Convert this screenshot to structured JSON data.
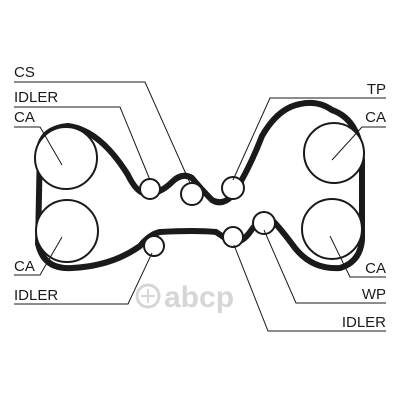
{
  "labels": {
    "cs": "CS",
    "idler_top_left": "IDLER",
    "ca_top_left": "CA",
    "ca_bottom_left": "CA",
    "idler_bottom_left": "IDLER",
    "tp": "TP",
    "ca_top_right": "CA",
    "ca_bottom_right": "CA",
    "wp": "WP",
    "idler_bottom_right": "IDLER"
  },
  "watermark": {
    "text": "abcp",
    "color": "#d6d6d6"
  },
  "colors": {
    "belt": "#1a1a1a",
    "pulley": "#1a1a1a",
    "leader": "#1a1a1a",
    "background": "#ffffff"
  }
}
